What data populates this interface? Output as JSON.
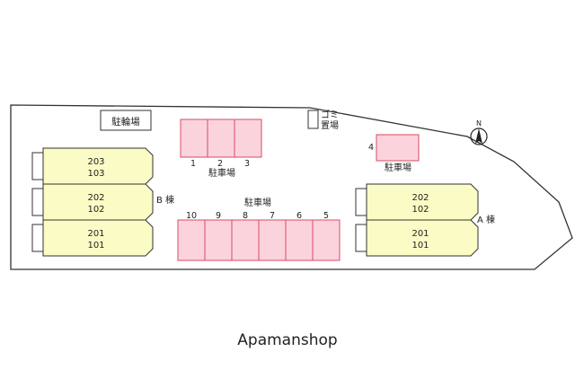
{
  "labels": {
    "bicycle_parking": "駐輪場",
    "garbage": "ゴミ\n置場",
    "parking_top": "駐車場",
    "parking_right": "駐車場",
    "parking_bottom": "駐車場",
    "building_a": "A 棟",
    "building_b": "B 棟",
    "footer": "Apamanshop",
    "north": "N"
  },
  "parking_top_numbers": [
    "1",
    "2",
    "3"
  ],
  "parking_right_number": "4",
  "parking_bottom_numbers": [
    "10",
    "9",
    "8",
    "7",
    "6",
    "5"
  ],
  "building_b_units": [
    {
      "top": "203",
      "bottom": "103"
    },
    {
      "top": "202",
      "bottom": "102"
    },
    {
      "top": "201",
      "bottom": "101"
    }
  ],
  "building_a_units": [
    {
      "top": "202",
      "bottom": "102"
    },
    {
      "top": "201",
      "bottom": "101"
    }
  ],
  "colors": {
    "building_fill": "#fbfbc5",
    "parking_fill": "#fbd3dd",
    "parking_stroke": "#d94b62",
    "line": "#333333"
  }
}
